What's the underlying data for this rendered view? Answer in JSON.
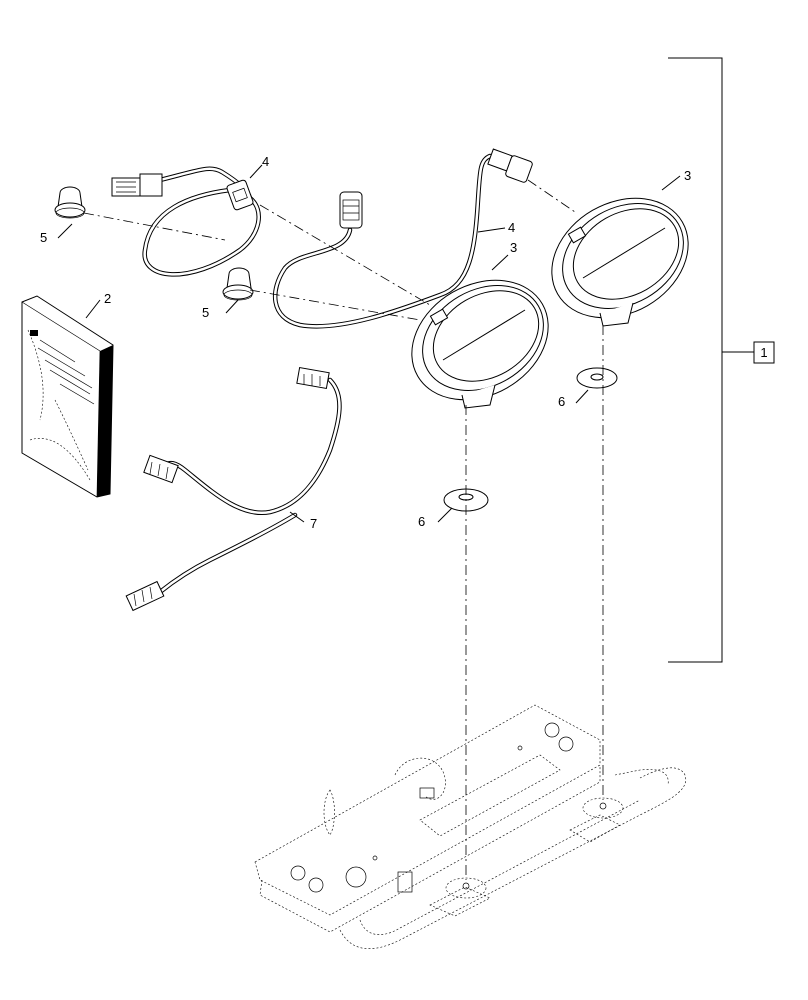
{
  "callouts": {
    "c1": "1",
    "c2": "2",
    "c3a": "3",
    "c3b": "3",
    "c4a": "4",
    "c4b": "4",
    "c5a": "5",
    "c5b": "5",
    "c6a": "6",
    "c6b": "6",
    "c7": "7"
  }
}
